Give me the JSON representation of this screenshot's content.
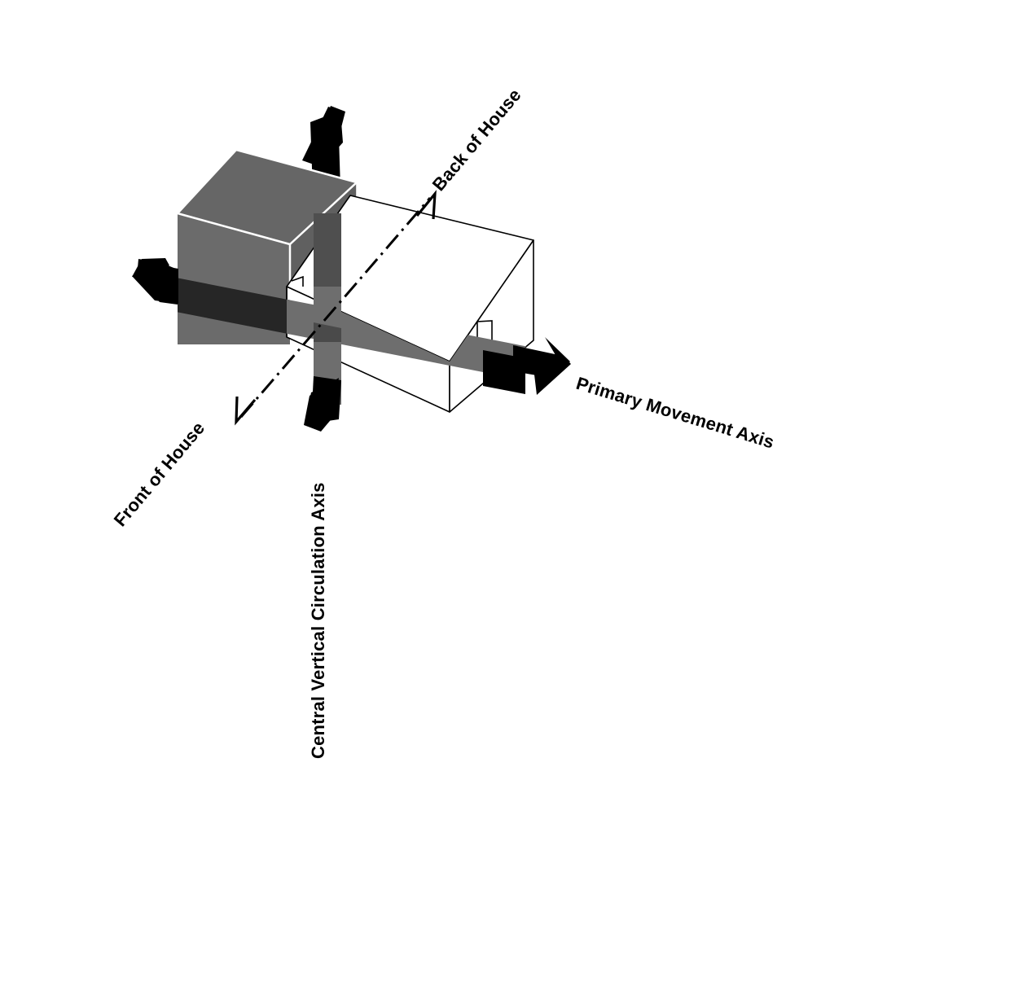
{
  "diagram": {
    "title": "Axonometric Massing and Circulation Diagram",
    "background_color": "#ffffff"
  },
  "labels": {
    "back_of_house": "Back of House",
    "front_of_house": "Front of House",
    "primary_movement_axis": "Primary Movement Axis",
    "central_vertical_circulation_axis": "Central Vertical Circulation Axis"
  },
  "colors": {
    "line": "#000000",
    "arrow_solid": "#000000",
    "mass_solid_top": "#666666",
    "mass_solid_front": "#6b6b6b",
    "mass_solid_side": "#5e5e5e",
    "band_over_solid": "#262626",
    "band_over_void": "#6e6e6e",
    "mass_void_fill": "#ffffff",
    "edge_highlight": "#ffffff",
    "vertical_band_overlay": "#6e6e6e"
  },
  "masses": [
    {
      "name": "solid-mass-block",
      "fill": "#6b6b6b",
      "description": "Shaded solid volume at left representing back-of-house mass"
    },
    {
      "name": "void-mass-block",
      "fill": "#ffffff",
      "description": "Wireframe outlined volume at right representing front-of-house mass"
    }
  ],
  "axes": [
    {
      "name": "primary-movement-axis",
      "label": "Primary Movement Axis",
      "style": "double-headed solid band arrow",
      "orientation": "horizontal, slightly descending left to right",
      "label_rotation_deg": 17
    },
    {
      "name": "central-vertical-circulation-axis",
      "label": "Central Vertical Circulation Axis",
      "style": "double-headed solid band arrow",
      "orientation": "vertical",
      "label_rotation_deg": -90
    },
    {
      "name": "front-back-axis",
      "label_start": "Front of House",
      "label_end": "Back of House",
      "style": "dash-dot line with open arrowheads at both ends",
      "orientation": "diagonal, lower-left to upper-right",
      "label_rotation_deg": -50
    }
  ]
}
